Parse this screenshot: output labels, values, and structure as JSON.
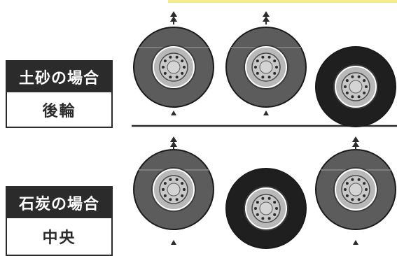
{
  "rows": [
    {
      "title": "土砂の場合",
      "subtitle": "後輪",
      "tires": [
        {
          "style": "gray",
          "lifted": true
        },
        {
          "style": "gray",
          "lifted": true
        },
        {
          "style": "black",
          "lifted": false
        }
      ]
    },
    {
      "title": "石炭の場合",
      "subtitle": "中央",
      "tires": [
        {
          "style": "gray",
          "lifted": true
        },
        {
          "style": "black",
          "lifted": false
        },
        {
          "style": "gray",
          "lifted": true
        }
      ]
    }
  ],
  "colors": {
    "label_bg": "#2b2b2b",
    "label_text": "#ffffff",
    "tire_gray": "#5c5c5c",
    "tire_black": "#1f1f1f",
    "hub": "#b8b8b8",
    "highlight_strip": "#f3ec88"
  },
  "icons": {
    "lift_arrow": "double-up-arrow-icon",
    "pressure_arrow": "up-triangle-icon"
  }
}
